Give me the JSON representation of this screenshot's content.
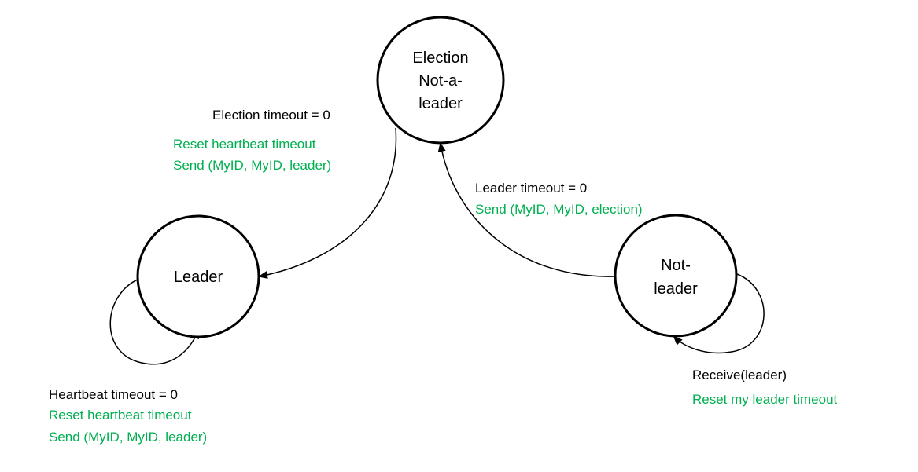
{
  "colors": {
    "action_text": "#00b050",
    "line": "#000000"
  },
  "states": {
    "election": {
      "lines": [
        "Election",
        "Not-a-",
        "leader"
      ]
    },
    "leader": {
      "lines": [
        "Leader"
      ]
    },
    "not_leader": {
      "lines": [
        "Not-",
        "leader"
      ]
    }
  },
  "transitions": {
    "election_to_leader": {
      "condition": "Election timeout = 0",
      "actions": [
        "Reset heartbeat timeout",
        "Send (MyID, MyID, leader)"
      ]
    },
    "not_leader_to_election": {
      "condition": "Leader timeout = 0",
      "actions": [
        "Send (MyID, MyID, election)"
      ]
    },
    "leader_self": {
      "condition": "Heartbeat timeout = 0",
      "actions": [
        "Reset heartbeat timeout",
        "Send (MyID, MyID, leader)"
      ]
    },
    "not_leader_self": {
      "condition": "Receive(leader)",
      "actions": [
        "Reset my leader timeout"
      ]
    }
  }
}
